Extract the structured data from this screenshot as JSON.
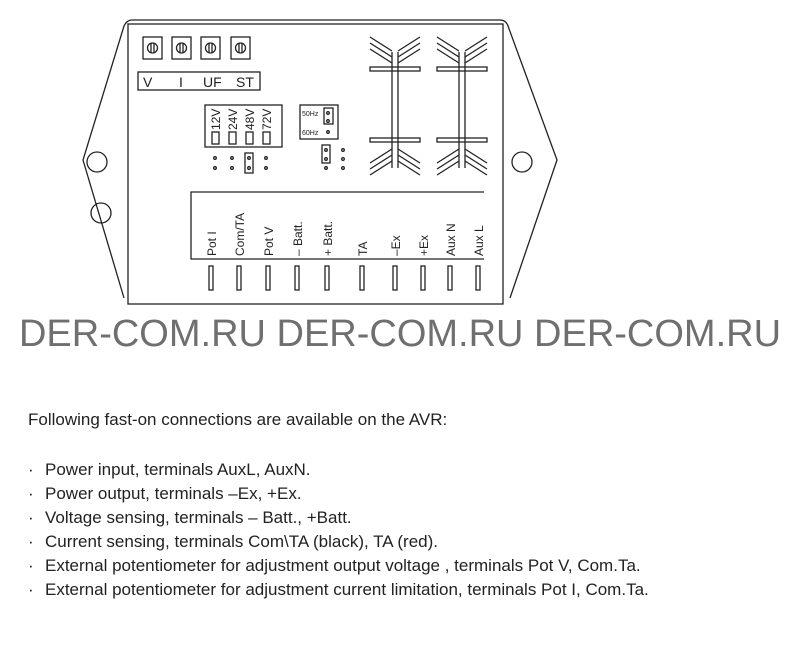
{
  "diagram": {
    "trimmer_labels": [
      "V",
      "I",
      "UF",
      "ST"
    ],
    "voltage_labels": [
      "12V",
      "24V",
      "48V",
      "72V"
    ],
    "freq_labels": [
      "50Hz",
      "60Hz"
    ],
    "terminals": [
      "Pot I",
      "Com/TA",
      "Pot V",
      "– Batt.",
      "+ Batt.",
      "TA",
      "–Ex",
      "+Ex",
      "Aux N",
      "Aux L"
    ]
  },
  "watermark": "DER-COM.RU DER-COM.RU DER-COM.RU",
  "intro": "Following fast-on connections are available on the AVR:",
  "bullet": "·",
  "connections": [
    "Power input, terminals AuxL, AuxN.",
    "Power output, terminals –Ex, +Ex.",
    "Voltage sensing, terminals – Batt., +Batt.",
    "Current sensing, terminals Com\\TA (black), TA (red).",
    "External potentiometer for adjustment output voltage , terminals Pot V, Com.Ta.",
    "External potentiometer for adjustment current limitation, terminals Pot I, Com.Ta."
  ]
}
